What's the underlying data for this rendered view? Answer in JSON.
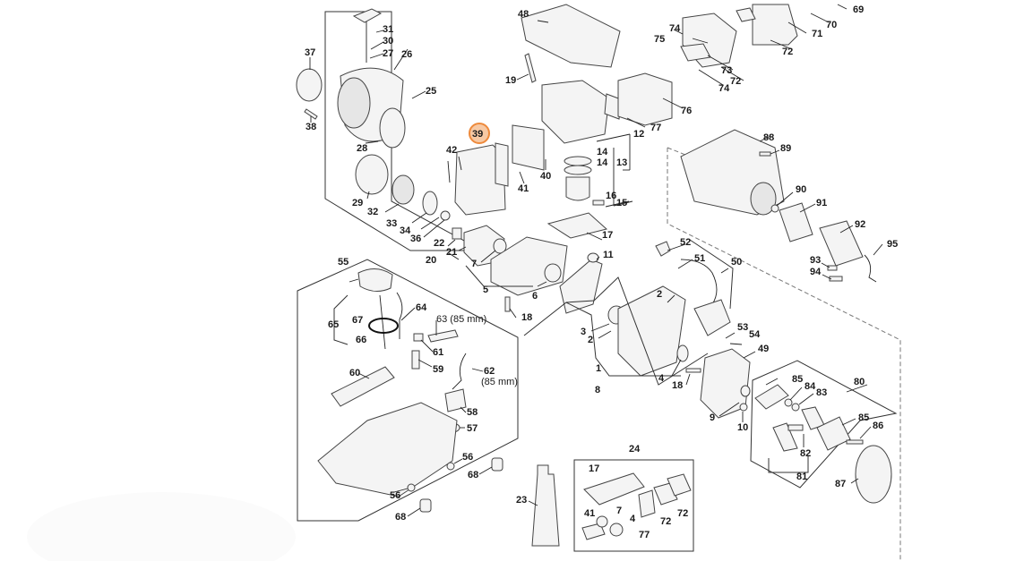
{
  "diagram": {
    "title": "Exploded parts diagram - engine assembly",
    "highlight_color": "#ee8a3c",
    "selected_part": "39",
    "callouts": [
      {
        "id": "c1",
        "text": "1"
      },
      {
        "id": "c2a",
        "text": "2"
      },
      {
        "id": "c2b",
        "text": "2"
      },
      {
        "id": "c3",
        "text": "3"
      },
      {
        "id": "c4",
        "text": "4"
      },
      {
        "id": "c5",
        "text": "5"
      },
      {
        "id": "c6",
        "text": "6"
      },
      {
        "id": "c7",
        "text": "7"
      },
      {
        "id": "c8",
        "text": "8"
      },
      {
        "id": "c9",
        "text": "9"
      },
      {
        "id": "c10",
        "text": "10"
      },
      {
        "id": "c11",
        "text": "11"
      },
      {
        "id": "c12",
        "text": "12"
      },
      {
        "id": "c13",
        "text": "13"
      },
      {
        "id": "c14a",
        "text": "14"
      },
      {
        "id": "c14b",
        "text": "14"
      },
      {
        "id": "c15",
        "text": "15"
      },
      {
        "id": "c16",
        "text": "16"
      },
      {
        "id": "c17",
        "text": "17"
      },
      {
        "id": "c18a",
        "text": "18"
      },
      {
        "id": "c18b",
        "text": "18"
      },
      {
        "id": "c19",
        "text": "19"
      },
      {
        "id": "c20",
        "text": "20"
      },
      {
        "id": "c21",
        "text": "21"
      },
      {
        "id": "c22",
        "text": "22"
      },
      {
        "id": "c23",
        "text": "23"
      },
      {
        "id": "c24",
        "text": "24"
      },
      {
        "id": "c25",
        "text": "25"
      },
      {
        "id": "c26",
        "text": "26"
      },
      {
        "id": "c27",
        "text": "27"
      },
      {
        "id": "c28",
        "text": "28"
      },
      {
        "id": "c29",
        "text": "29"
      },
      {
        "id": "c30",
        "text": "30"
      },
      {
        "id": "c31",
        "text": "31"
      },
      {
        "id": "c32",
        "text": "32"
      },
      {
        "id": "c33",
        "text": "33"
      },
      {
        "id": "c34",
        "text": "34"
      },
      {
        "id": "c36",
        "text": "36"
      },
      {
        "id": "c37",
        "text": "37"
      },
      {
        "id": "c38",
        "text": "38"
      },
      {
        "id": "c39",
        "text": "39"
      },
      {
        "id": "c40",
        "text": "40"
      },
      {
        "id": "c41",
        "text": "41"
      },
      {
        "id": "c42",
        "text": "42"
      },
      {
        "id": "c48",
        "text": "48"
      },
      {
        "id": "c49",
        "text": "49"
      },
      {
        "id": "c50",
        "text": "50"
      },
      {
        "id": "c51",
        "text": "51"
      },
      {
        "id": "c52",
        "text": "52"
      },
      {
        "id": "c53",
        "text": "53"
      },
      {
        "id": "c54",
        "text": "54"
      },
      {
        "id": "c55",
        "text": "55"
      },
      {
        "id": "c56a",
        "text": "56"
      },
      {
        "id": "c56b",
        "text": "56"
      },
      {
        "id": "c57",
        "text": "57"
      },
      {
        "id": "c58",
        "text": "58"
      },
      {
        "id": "c59",
        "text": "59"
      },
      {
        "id": "c60",
        "text": "60"
      },
      {
        "id": "c61",
        "text": "61"
      },
      {
        "id": "c62",
        "text": "62"
      },
      {
        "id": "c62s",
        "text": "(85 mm)"
      },
      {
        "id": "c63",
        "text": "63 (85 mm)"
      },
      {
        "id": "c64",
        "text": "64"
      },
      {
        "id": "c65",
        "text": "65"
      },
      {
        "id": "c66",
        "text": "66"
      },
      {
        "id": "c67",
        "text": "67"
      },
      {
        "id": "c68a",
        "text": "68"
      },
      {
        "id": "c68b",
        "text": "68"
      },
      {
        "id": "c69",
        "text": "69"
      },
      {
        "id": "c70",
        "text": "70"
      },
      {
        "id": "c71",
        "text": "71"
      },
      {
        "id": "c72a",
        "text": "72"
      },
      {
        "id": "c72b",
        "text": "72"
      },
      {
        "id": "c73",
        "text": "73"
      },
      {
        "id": "c74a",
        "text": "74"
      },
      {
        "id": "c74b",
        "text": "74"
      },
      {
        "id": "c75",
        "text": "75"
      },
      {
        "id": "c76",
        "text": "76"
      },
      {
        "id": "c77",
        "text": "77"
      },
      {
        "id": "c80",
        "text": "80"
      },
      {
        "id": "c81",
        "text": "81"
      },
      {
        "id": "c82",
        "text": "82"
      },
      {
        "id": "c83",
        "text": "83"
      },
      {
        "id": "c84",
        "text": "84"
      },
      {
        "id": "c85a",
        "text": "85"
      },
      {
        "id": "c85b",
        "text": "85"
      },
      {
        "id": "c86",
        "text": "86"
      },
      {
        "id": "c87",
        "text": "87"
      },
      {
        "id": "c88",
        "text": "88"
      },
      {
        "id": "c89",
        "text": "89"
      },
      {
        "id": "c90",
        "text": "90"
      },
      {
        "id": "c91",
        "text": "91"
      },
      {
        "id": "c92",
        "text": "92"
      },
      {
        "id": "c93",
        "text": "93"
      },
      {
        "id": "c94",
        "text": "94"
      },
      {
        "id": "c95",
        "text": "95"
      }
    ],
    "kit24": {
      "label": "24",
      "items": [
        {
          "text": "17"
        },
        {
          "text": "41"
        },
        {
          "text": "7"
        },
        {
          "text": "4"
        },
        {
          "text": "77"
        },
        {
          "text": "72"
        },
        {
          "text": "72"
        }
      ]
    }
  }
}
